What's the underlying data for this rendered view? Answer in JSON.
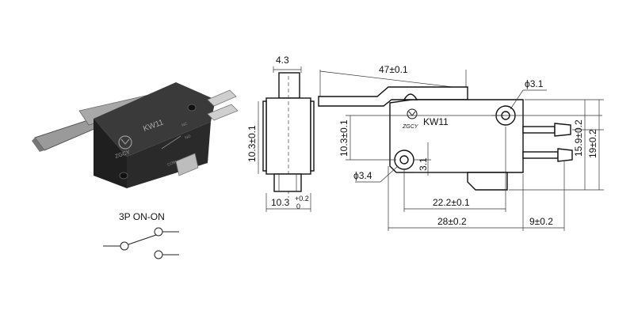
{
  "product": {
    "model": "KW11",
    "brand_mark": "ZGCY",
    "terminal_labels": {
      "nc": "NC",
      "no": "NO",
      "com": "COM"
    }
  },
  "circuit": {
    "label": "3P  ON-ON"
  },
  "dimensions": {
    "side_width_top": "4.3",
    "side_height": "10.3±0.1",
    "side_width_bottom": "10.3",
    "side_tol_plus": "+0.2",
    "side_tol_zero": "0",
    "lever_length": "47±0.1",
    "hole_small": "ϕ3.1",
    "hole_large": "ϕ3.4",
    "hole_offset": "3.1",
    "body_height_to_terminal": "15.9±0.2",
    "overall_height": "19±0.2",
    "hole_spacing": "22.2±0.1",
    "body_length": "28±0.2",
    "terminal_length": "9±0.2"
  },
  "colors": {
    "body": "#2b2b2b",
    "lever": "#8a8a8a",
    "terminal": "#c9c9c9",
    "line": "#222222"
  }
}
